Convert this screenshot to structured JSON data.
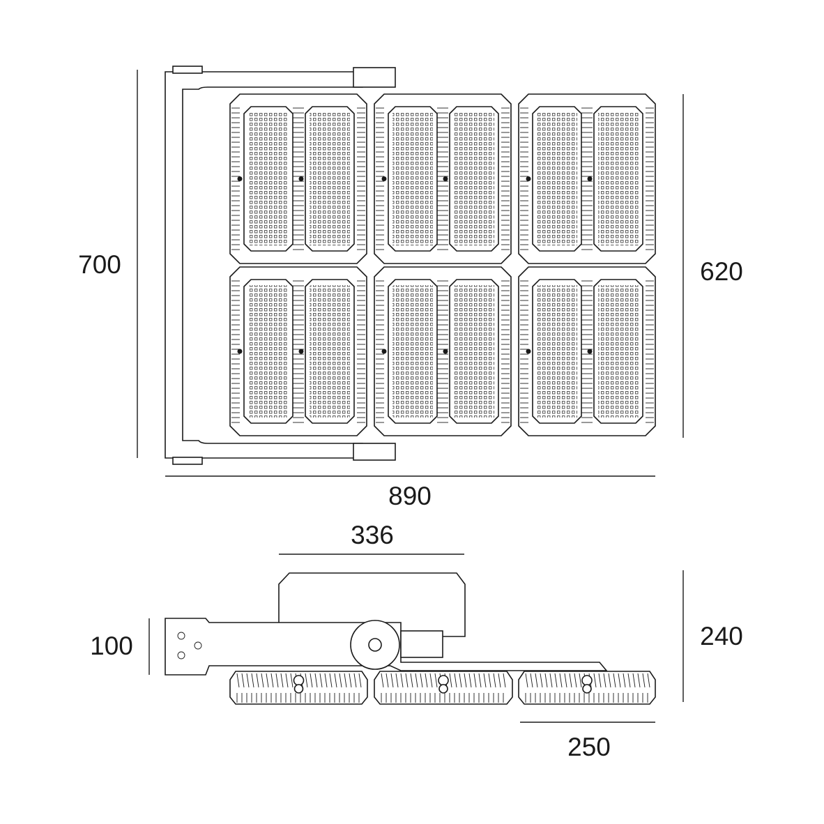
{
  "dimensions": {
    "total_height": "700",
    "body_height": "620",
    "total_width": "890",
    "driver_width": "336",
    "bracket_height": "100",
    "side_height": "240",
    "module_width": "250"
  },
  "colors": {
    "line": "#1a1a1a",
    "background": "#ffffff"
  }
}
